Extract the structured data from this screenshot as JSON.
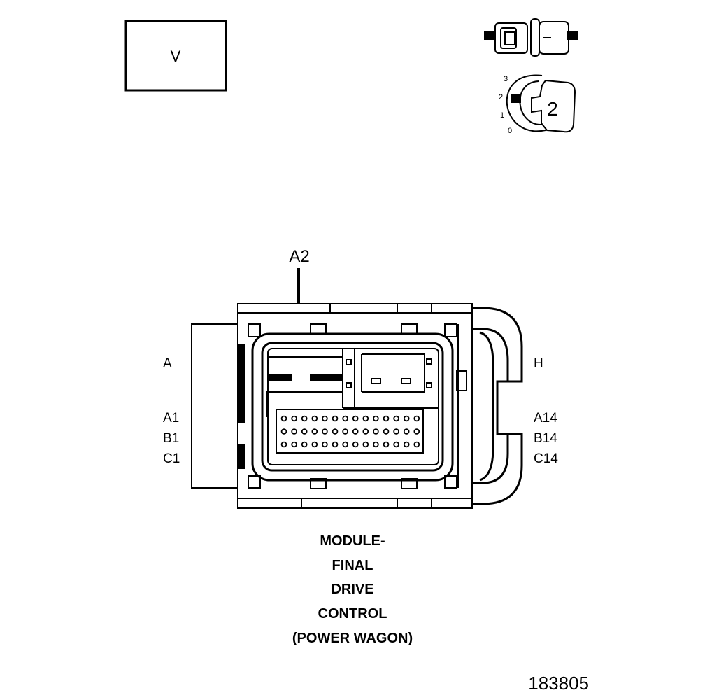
{
  "color_box": {
    "label": "V"
  },
  "key_icon": {
    "position_labels": [
      "3",
      "2",
      "1",
      "0"
    ],
    "selected_label": "2"
  },
  "callout": {
    "label": "A2"
  },
  "connector": {
    "left_labels": {
      "top": "A",
      "row1": "A1",
      "row2": "B1",
      "row3": "C1"
    },
    "right_labels": {
      "top": "H",
      "row1": "A14",
      "row2": "B14",
      "row3": "C14"
    },
    "pin_rows": [
      {
        "count": 14
      },
      {
        "count": 14
      },
      {
        "count": 14
      }
    ]
  },
  "title_lines": [
    "MODULE-",
    "FINAL",
    "DRIVE",
    "CONTROL",
    "(POWER WAGON)"
  ],
  "figure_number": "183805"
}
